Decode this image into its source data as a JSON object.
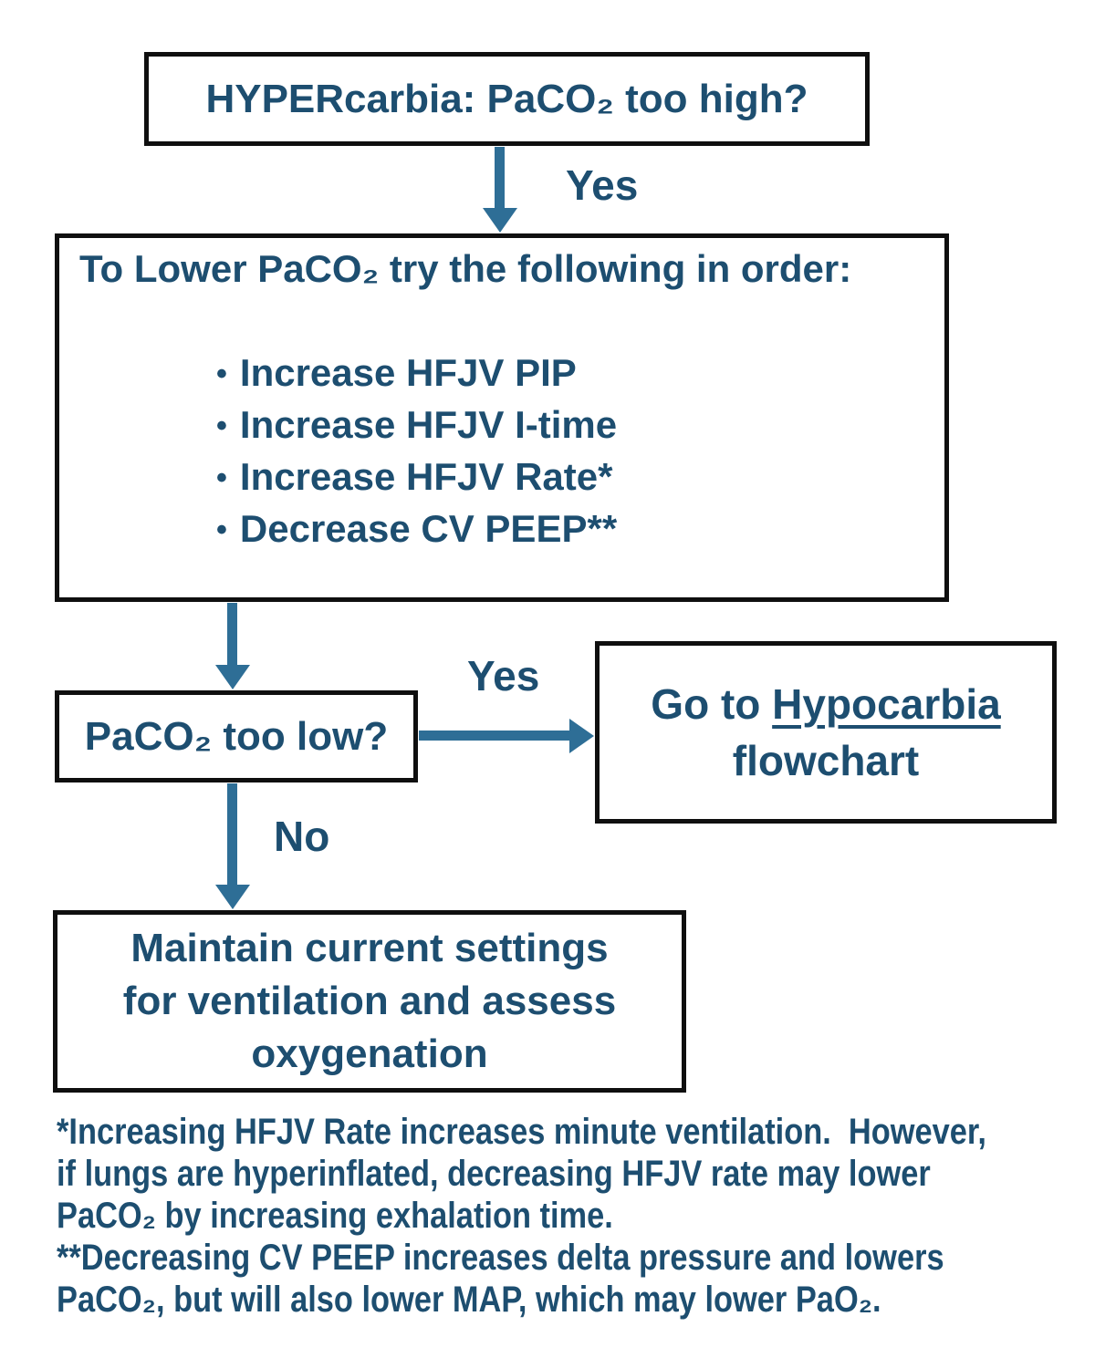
{
  "palette": {
    "text": "#1d4e70",
    "arrow": "#2e6e96",
    "box_border": "#0f0f0f",
    "background": "#ffffff"
  },
  "flowchart": {
    "title_box": {
      "text": "HYPERcarbia: PaCO₂ too high?"
    },
    "edge_yes_1": {
      "label": "Yes"
    },
    "actions_box": {
      "heading": "To Lower PaCO₂ try the following in order:",
      "bullets": [
        "Increase HFJV PIP",
        "Increase HFJV I-time",
        "Increase HFJV Rate*",
        "Decrease CV PEEP**"
      ]
    },
    "decision_box": {
      "text": "PaCO₂ too low?"
    },
    "edge_yes_2": {
      "label": "Yes"
    },
    "hypocarbia_box": {
      "prefix": "Go to ",
      "link": "Hypocarbia",
      "line2": "flowchart"
    },
    "edge_no": {
      "label": "No"
    },
    "maintain_box": {
      "lines": [
        "Maintain current settings",
        "for ventilation and assess",
        "oxygenation"
      ]
    }
  },
  "footnotes": {
    "lines": [
      "*Increasing HFJV Rate increases minute ventilation.  However,",
      "if lungs are hyperinflated, decreasing HFJV rate may lower",
      "PaCO₂ by increasing exhalation time.",
      "**Decreasing CV PEEP increases delta pressure and lowers",
      "PaCO₂, but will also lower MAP, which may lower PaO₂."
    ]
  }
}
